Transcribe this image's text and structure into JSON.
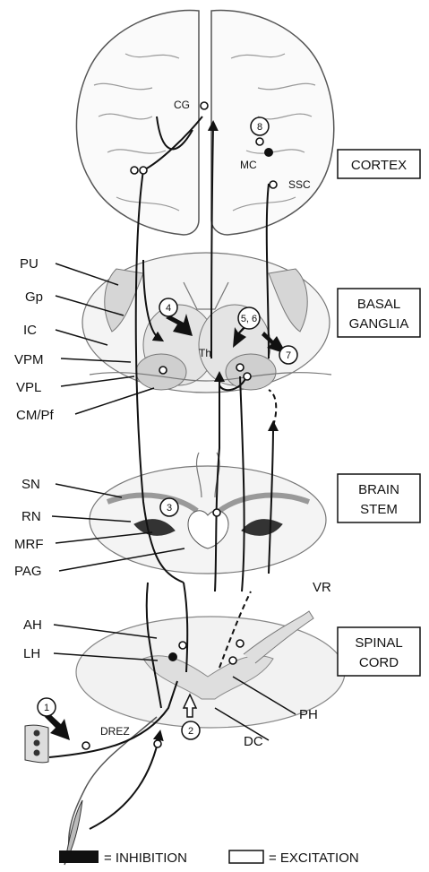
{
  "regions": {
    "cortex": "CORTEX",
    "basal_ganglia": [
      "BASAL",
      "GANGLIA"
    ],
    "brain_stem": [
      "BRAIN",
      "STEM"
    ],
    "spinal_cord": [
      "SPINAL",
      "CORD"
    ]
  },
  "labels": {
    "cg": "CG",
    "mc": "MC",
    "ssc": "SSC",
    "th": "Th",
    "pu": "PU",
    "gp": "Gp",
    "ic": "IC",
    "vpm": "VPM",
    "vpl": "VPL",
    "cm_pf": "CM/Pf",
    "sn": "SN",
    "rn": "RN",
    "mrf": "MRF",
    "pag": "PAG",
    "vr": "VR",
    "ah": "AH",
    "lh": "LH",
    "ph": "PH",
    "dc": "DC",
    "drez": "DREZ"
  },
  "markers": [
    "1",
    "2",
    "3",
    "4",
    "5, 6",
    "7",
    "8"
  ],
  "legend": {
    "inhibition": "= INHIBITION",
    "excitation": "= EXCITATION"
  },
  "colors": {
    "outline": "#555555",
    "light_fill": "#ececec",
    "mid_fill": "#d6d6d6",
    "dark_fill": "#333333",
    "black": "#111111"
  }
}
